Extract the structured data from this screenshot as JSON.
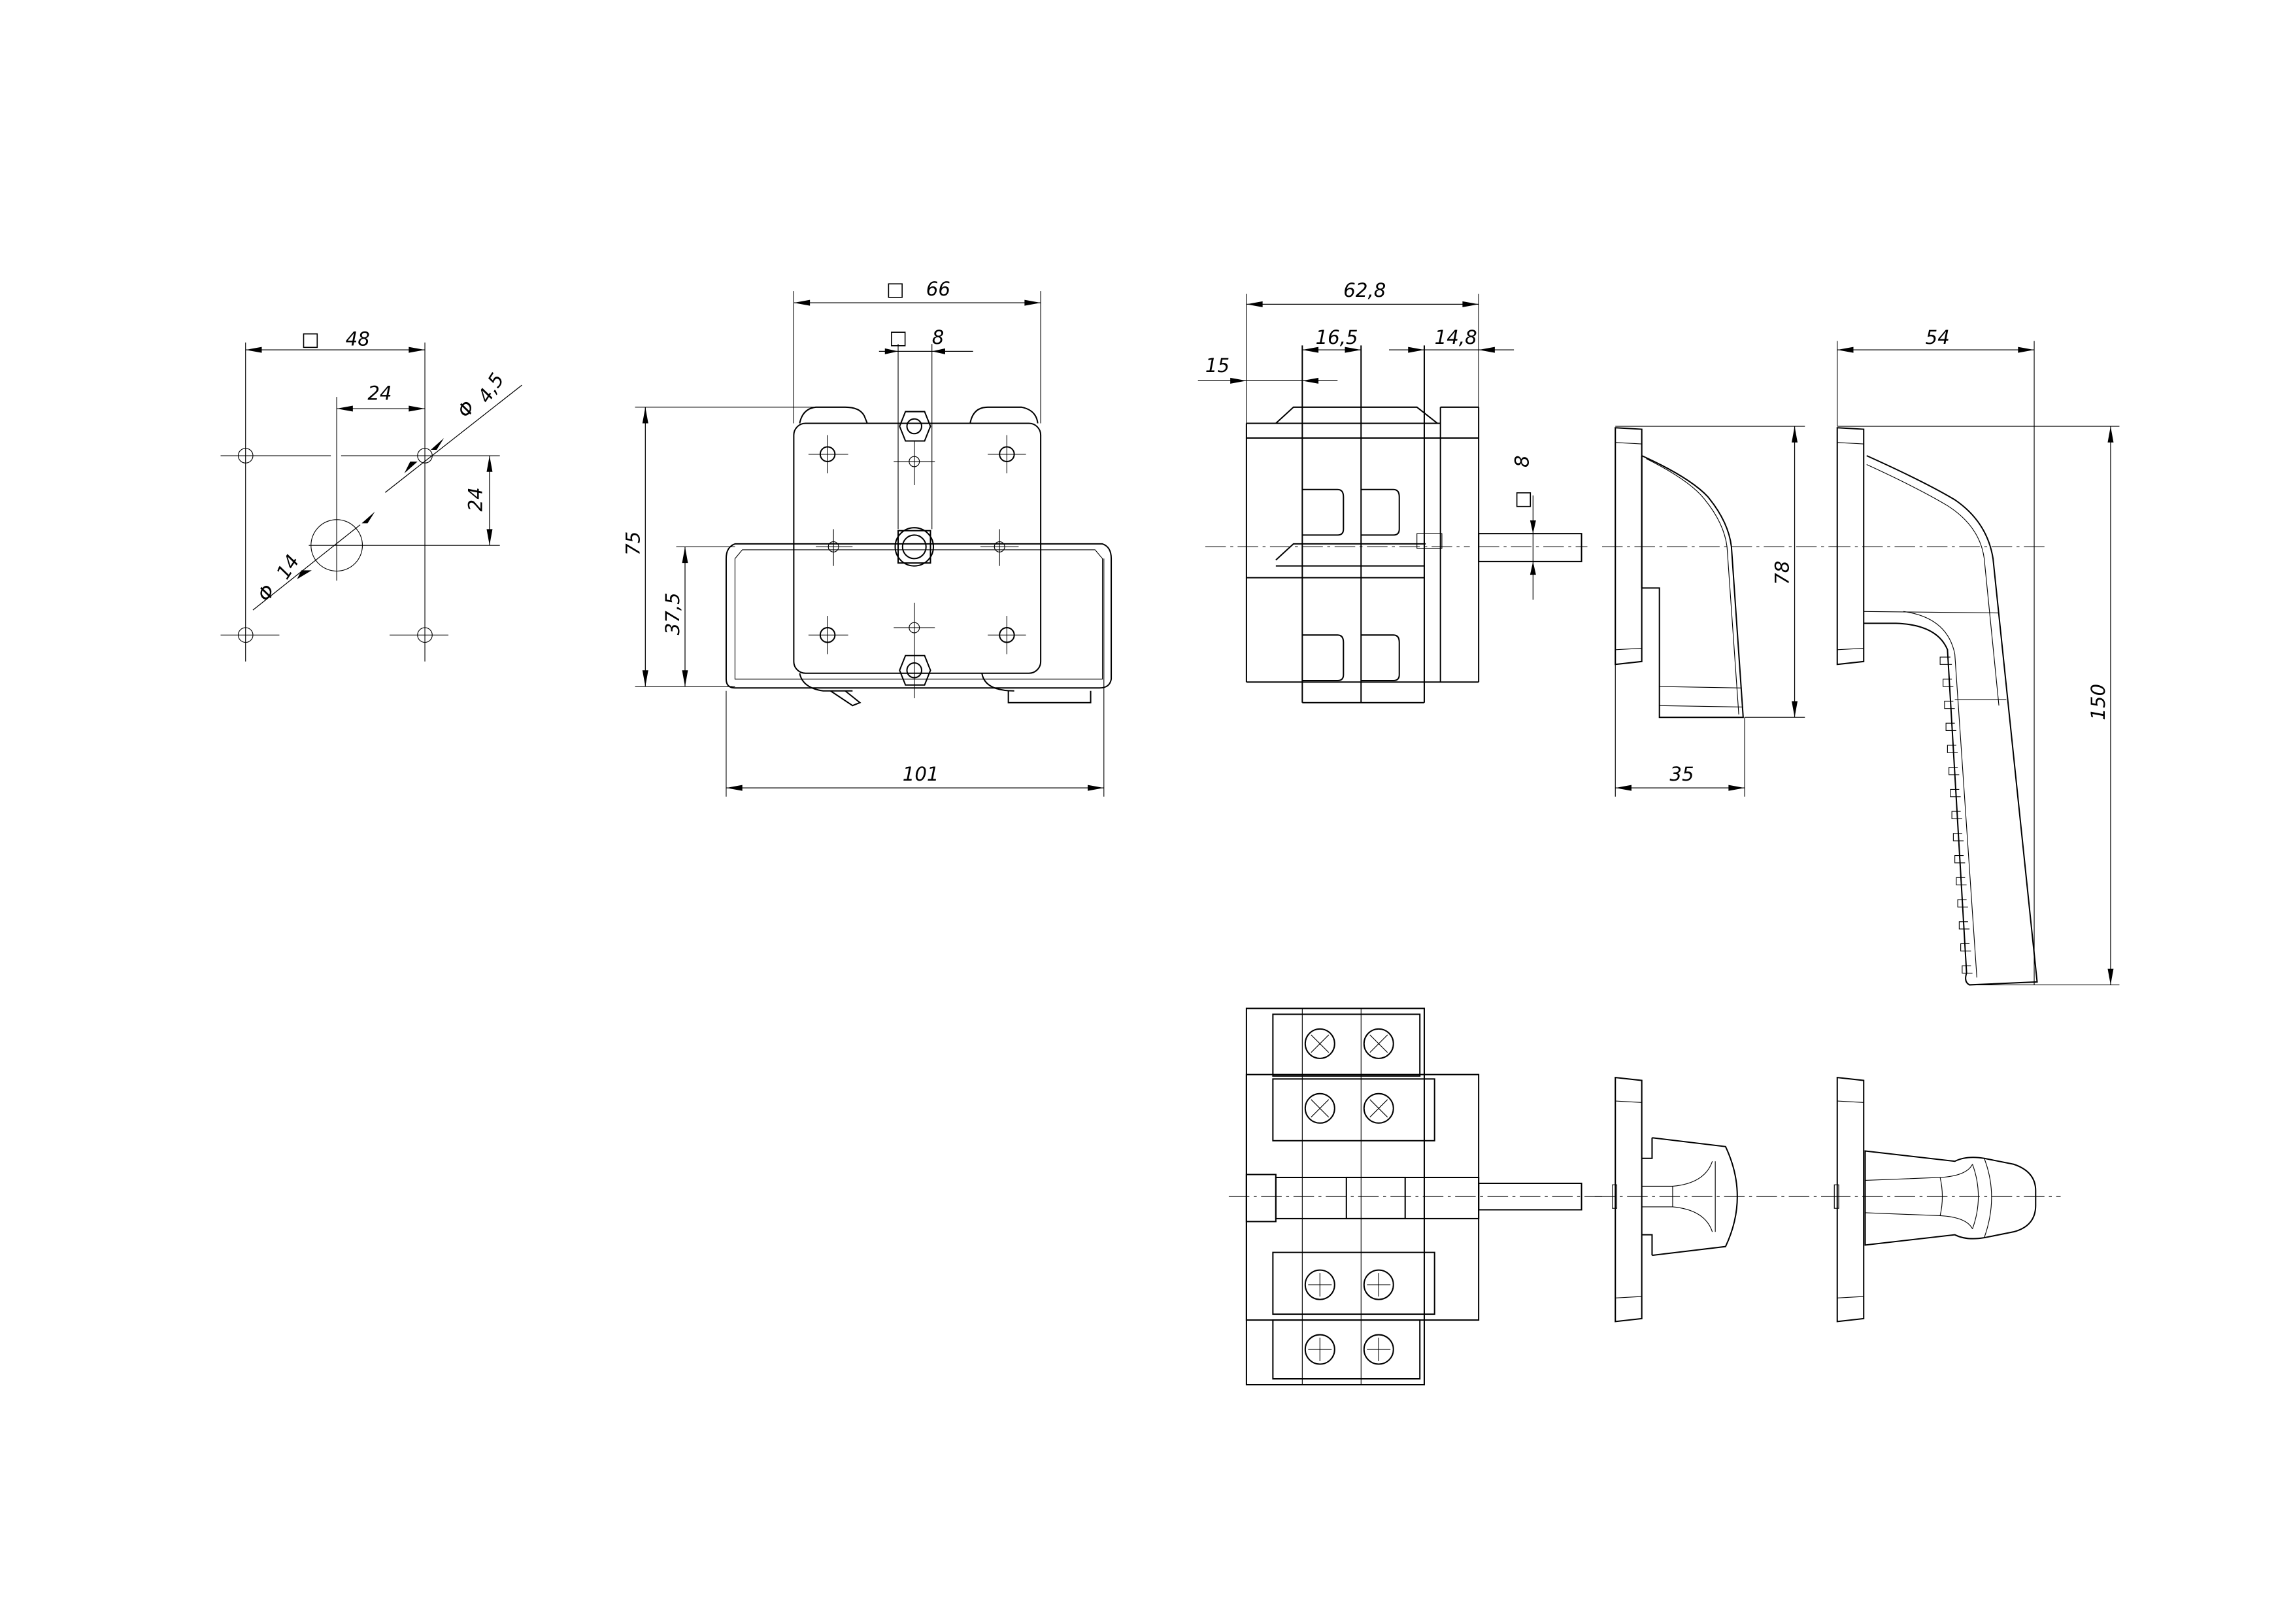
{
  "drawing": {
    "background": "#ffffff",
    "line_color": "#000000",
    "views": [
      {
        "id": "mounting-hole-pattern",
        "title": "Panel cut-out / mounting holes"
      },
      {
        "id": "front-view-switch",
        "title": "Switch front view"
      },
      {
        "id": "side-view-switch",
        "title": "Switch side view"
      },
      {
        "id": "short-handle-side",
        "title": "Short handle side view"
      },
      {
        "id": "long-handle-side",
        "title": "Long handle side view"
      },
      {
        "id": "top-view-switch",
        "title": "Switch top view with terminals"
      },
      {
        "id": "short-handle-top",
        "title": "Short handle top view"
      },
      {
        "id": "long-handle-top",
        "title": "Long handle top view"
      }
    ]
  },
  "hole_pattern": {
    "square_label": "48",
    "offset_h": "24",
    "offset_v": "24",
    "small_hole_dia": "4,5",
    "center_hole_dia": "14",
    "dia_symbol": "Φ",
    "square_symbol": "□"
  },
  "front_view": {
    "width_square": "66",
    "shaft_square": "8",
    "height_total": "75",
    "height_half": "37,5",
    "width_rail": "101"
  },
  "side_view": {
    "depth_total": "62,8",
    "module": "16,5",
    "front_offset": "14,8",
    "rear_offset": "15",
    "shaft_square": "8"
  },
  "short_handle": {
    "height": "78",
    "depth": "35"
  },
  "long_handle": {
    "depth": "54",
    "length": "150"
  }
}
